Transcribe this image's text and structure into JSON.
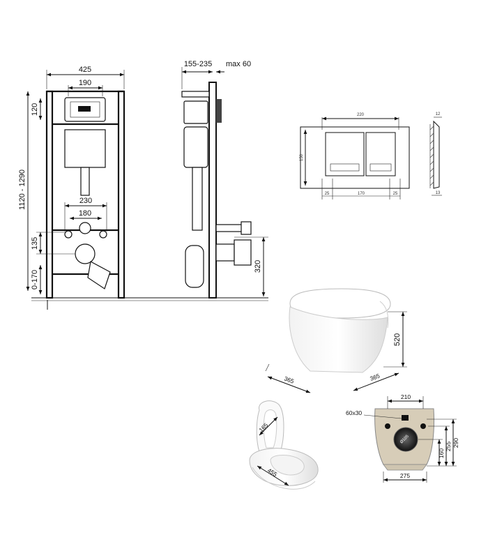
{
  "front_view": {
    "width_total": "425",
    "width_top": "190",
    "height_top": "120",
    "height_range": "1120 - 1290",
    "bolt_spacing_outer": "230",
    "bolt_spacing_inner": "180",
    "bolt_drain_offset": "135",
    "foot_adjust": "0-170"
  },
  "side_view": {
    "depth_range": "155-235",
    "wall_max": "max 60",
    "drain_height": "320"
  },
  "flush_plate": {
    "width": "220",
    "height": "150",
    "margin_left": "25",
    "center": "170",
    "margin_right": "25",
    "thickness_top": "12",
    "thickness_bottom": "13"
  },
  "bowl": {
    "height": "520",
    "depth": "365",
    "width": "365"
  },
  "top_view": {
    "seat_size": "165",
    "length": "455"
  },
  "rear_view": {
    "inlet_size": "60x30",
    "top_width": "210",
    "bottom_width": "275",
    "drain_dia": "Ø105",
    "h_outer": "290",
    "h_mid": "255",
    "h_low": "160"
  },
  "colors": {
    "line": "#111111",
    "rear_fill": "#d7cdb8",
    "ceramic_shade": "#e8e8e8"
  }
}
